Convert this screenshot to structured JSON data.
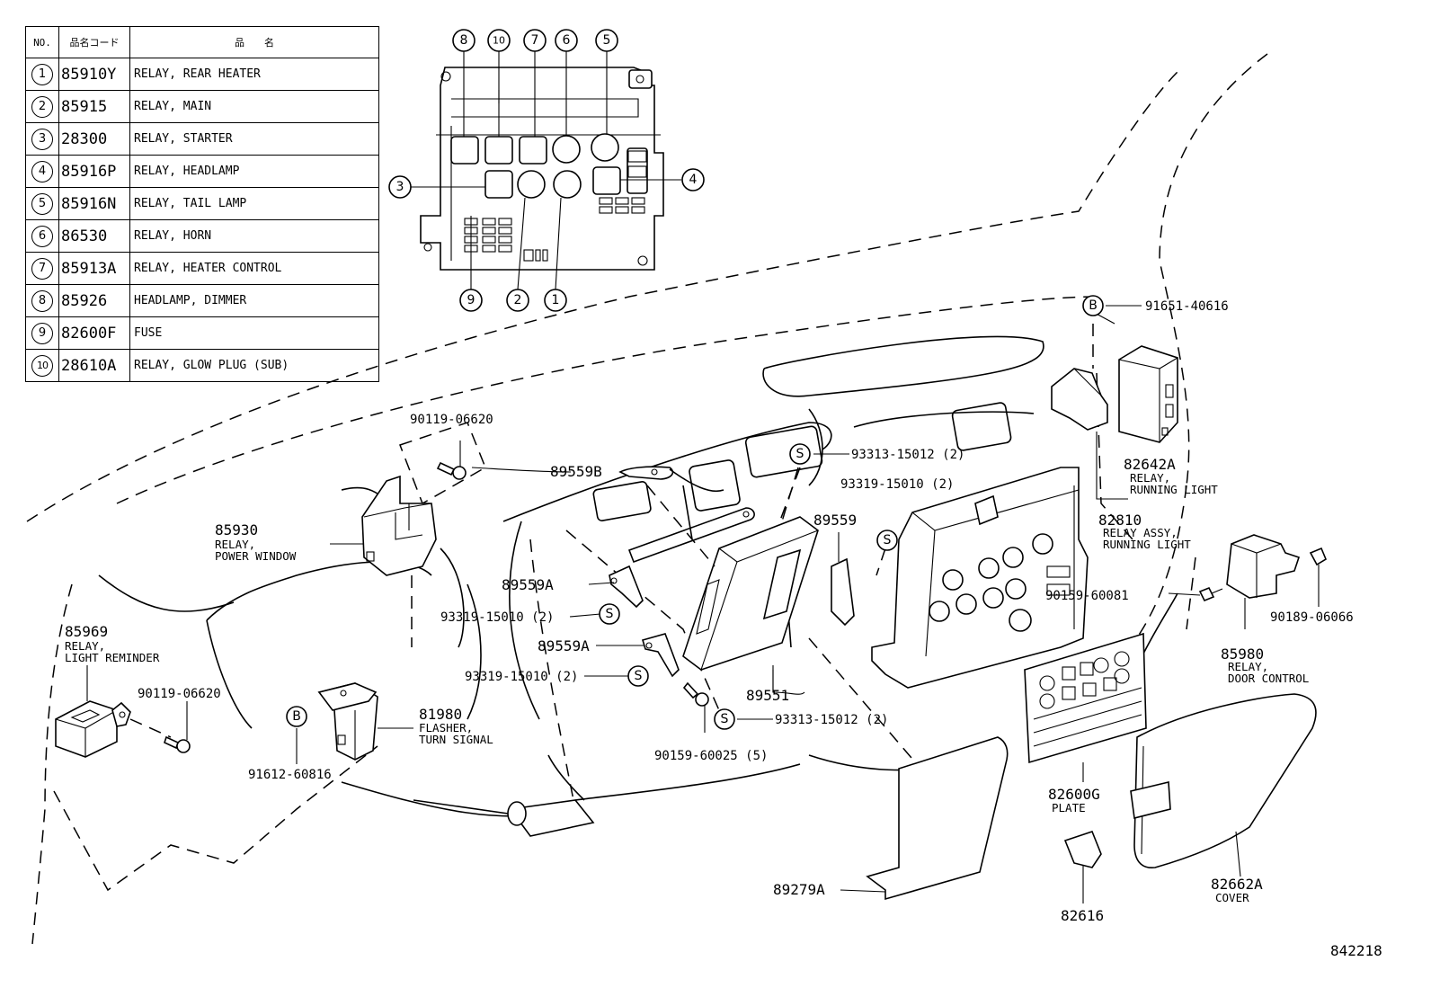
{
  "table": {
    "headers": {
      "no": "NO.",
      "code": "品名コード",
      "name": "品　　名"
    },
    "rows": [
      {
        "no": "1",
        "code": "85910Y",
        "name": "RELAY, REAR HEATER"
      },
      {
        "no": "2",
        "code": "85915",
        "name": "RELAY, MAIN"
      },
      {
        "no": "3",
        "code": "28300",
        "name": "RELAY, STARTER"
      },
      {
        "no": "4",
        "code": "85916P",
        "name": "RELAY, HEADLAMP"
      },
      {
        "no": "5",
        "code": "85916N",
        "name": "RELAY, TAIL LAMP"
      },
      {
        "no": "6",
        "code": "86530",
        "name": "RELAY, HORN"
      },
      {
        "no": "7",
        "code": "85913A",
        "name": "RELAY, HEATER CONTROL"
      },
      {
        "no": "8",
        "code": "85926",
        "name": "HEADLAMP, DIMMER"
      },
      {
        "no": "9",
        "code": "82600F",
        "name": "FUSE"
      },
      {
        "no": "10",
        "code": "28610A",
        "name": "RELAY, GLOW PLUG (SUB)"
      }
    ]
  },
  "relay_block_callouts": {
    "top": [
      "8",
      "10",
      "7",
      "6",
      "5"
    ],
    "left": "3",
    "right": "4",
    "bottom": [
      "9",
      "2",
      "1"
    ]
  },
  "labels": {
    "p90119_top": "90119-06620",
    "p89559B": "89559B",
    "p85930": "85930",
    "p85930_desc1": "RELAY,",
    "p85930_desc2": "POWER WINDOW",
    "p85969": "85969",
    "p85969_desc1": "RELAY,",
    "p85969_desc2": "LIGHT REMINDER",
    "p90119_bottom": "90119-06620",
    "p91612": "91612-60816",
    "p81980": "81980",
    "p81980_desc1": "FLASHER,",
    "p81980_desc2": "TURN SIGNAL",
    "p89559A_1": "89559A",
    "p93319_a": "93319-15010 (2)",
    "p89559A_2": "89559A",
    "p93319_b": "93319-15010 (2)",
    "p90159_60025": "90159-60025 (5)",
    "p89551": "89551",
    "p93313_bottom": "93313-15012 (2)",
    "p93313_top": "93313-15012 (2)",
    "p93319_c": "93319-15010 (2)",
    "p89559": "89559",
    "p91651": "91651-40616",
    "p82642A": "82642A",
    "p82642A_desc1": "RELAY,",
    "p82642A_desc2": "RUNNING LIGHT",
    "p82810": "82810",
    "p82810_desc1": "RELAY ASSY,",
    "p82810_desc2": "RUNNING LIGHT",
    "p90159_60081": "90159-60081",
    "p90189": "90189-06066",
    "p85980": "85980",
    "p85980_desc1": "RELAY,",
    "p85980_desc2": "DOOR CONTROL",
    "p82600G": "82600G",
    "p82600G_desc": "PLATE",
    "p82662A": "82662A",
    "p82662A_desc": "COVER",
    "p82616": "82616",
    "p89279A": "89279A",
    "fig_number": "842218"
  },
  "markers": {
    "s": "S",
    "b": "B"
  }
}
